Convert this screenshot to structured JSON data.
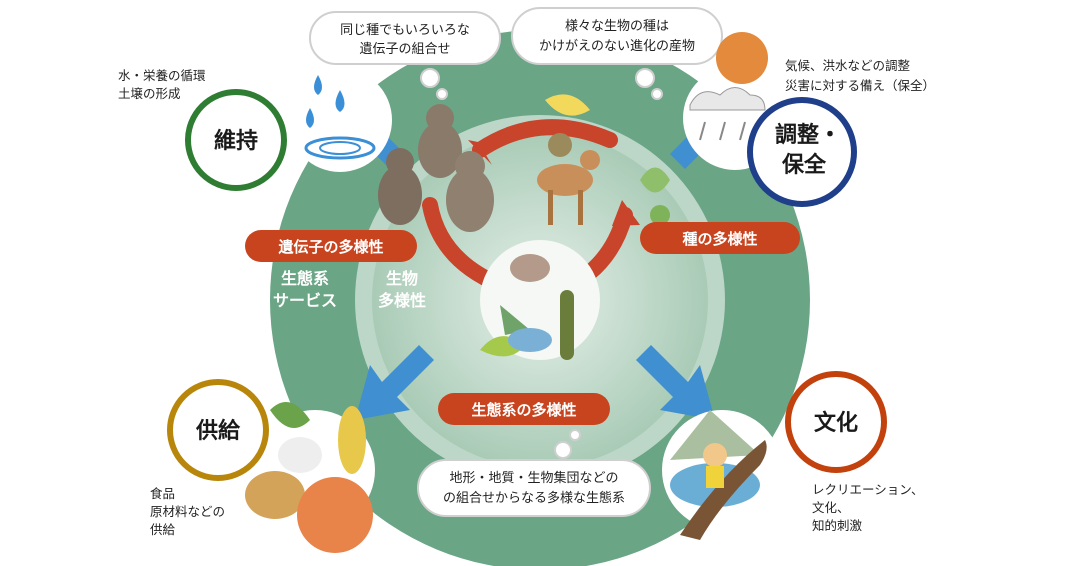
{
  "colors": {
    "ring_outer": "#6aa586",
    "ring_inner": "#b9d6c3",
    "pill": "#c8441f",
    "arrow_blue": "#3f8fd1",
    "arrow_red": "#c8442b",
    "maintain": "#2e7d32",
    "regulate": "#1f3f8a",
    "supply": "#b8860b",
    "culture": "#c2410c"
  },
  "bubbles": {
    "genetic": [
      "同じ種でもいろいろな",
      "遺伝子の組合せ"
    ],
    "species": [
      "様々な生物の種は",
      "かけがえのない進化の産物"
    ],
    "ecosystem": [
      "地形・地質・生物集団などの",
      "の組合せからなる多様な生態系"
    ]
  },
  "pills": {
    "genetic": "遺伝子の多様性",
    "species": "種の多様性",
    "ecosystem": "生態系の多様性"
  },
  "ring_labels": {
    "service": [
      "生態系",
      "サービス"
    ],
    "biodiversity": [
      "生物",
      "多様性"
    ]
  },
  "categories": {
    "maintain": {
      "title": "維持",
      "notes": [
        "水・栄養の循環",
        "土壌の形成"
      ]
    },
    "regulate": {
      "title_lines": [
        "調整・",
        "保全"
      ],
      "notes": [
        "気候、洪水などの調整",
        "災害に対する備え（保全）"
      ]
    },
    "supply": {
      "title": "供給",
      "notes": [
        "食品",
        "原材料などの",
        "供給"
      ]
    },
    "culture": {
      "title": "文化",
      "notes": [
        "レクリエーション、",
        "文化、",
        "知的刺激"
      ]
    }
  },
  "icons": {
    "maintain": "water-drops-icon",
    "regulate": "sun-rain-icon",
    "supply": "vegetables-icon",
    "culture": "mountain-climber-icon",
    "genetic": "bears-icon",
    "species": "animals-insects-icon",
    "ecosystem": "plants-ecosystem-icon"
  }
}
